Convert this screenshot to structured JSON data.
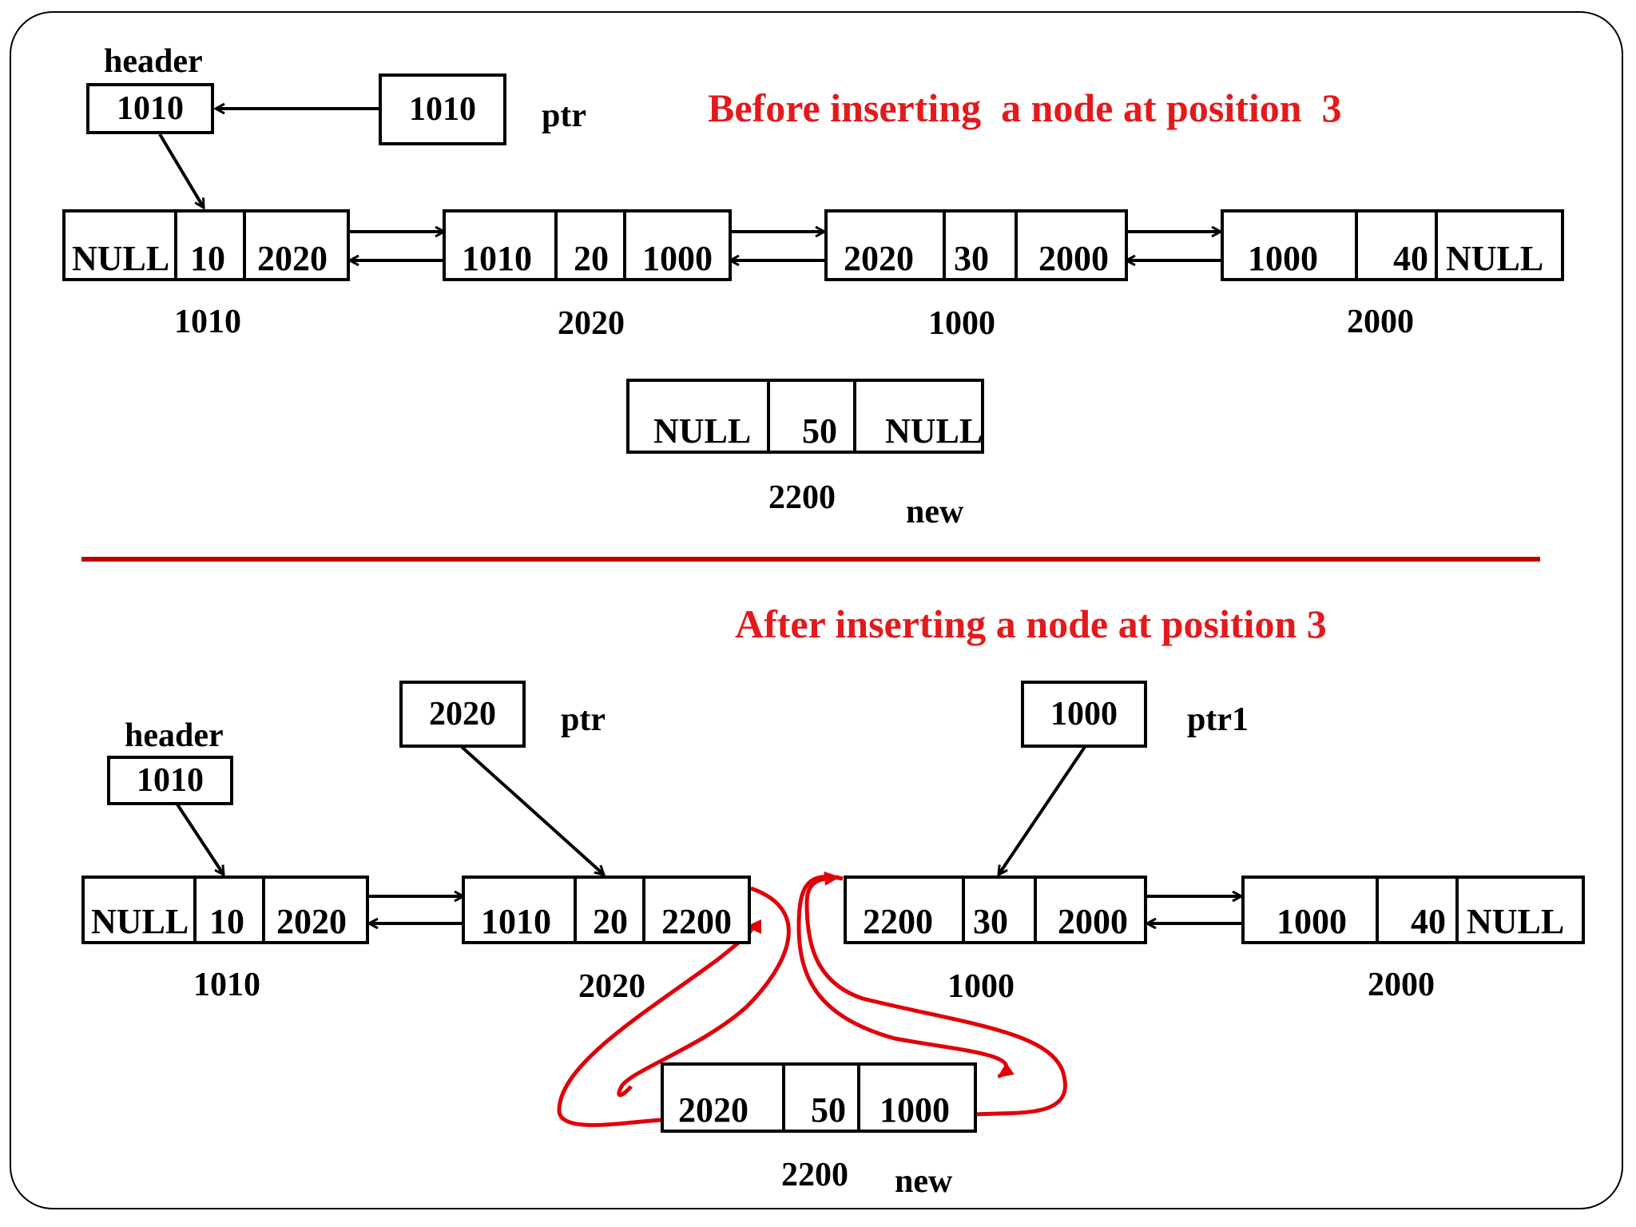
{
  "before": {
    "title": "Before inserting  a node at position  3",
    "header_label": "header",
    "header_value": "1010",
    "ptr_value": "1010",
    "ptr_label": "ptr",
    "nodes": [
      {
        "prev": "NULL",
        "data": "10",
        "next": "2020",
        "addr": "1010"
      },
      {
        "prev": "1010",
        "data": "20",
        "next": "1000",
        "addr": "2020"
      },
      {
        "prev": "2020",
        "data": "30",
        "next": "2000",
        "addr": "1000"
      },
      {
        "prev": "1000",
        "data": "40",
        "next": "NULL",
        "addr": "2000"
      }
    ],
    "new_node": {
      "prev": "NULL",
      "data": "50",
      "next": "NULL",
      "addr": "2200",
      "label": "new"
    }
  },
  "after": {
    "title": "After inserting a node at position 3",
    "header_label": "header",
    "header_value": "1010",
    "ptr_value": "2020",
    "ptr_label": "ptr",
    "ptr1_value": "1000",
    "ptr1_label": "ptr1",
    "nodes": [
      {
        "prev": "NULL",
        "data": "10",
        "next": "2020",
        "addr": "1010"
      },
      {
        "prev": "1010",
        "data": "20",
        "next": "2200",
        "addr": "2020"
      },
      {
        "prev": "2200",
        "data": "30",
        "next": "2000",
        "addr": "1000"
      },
      {
        "prev": "1000",
        "data": "40",
        "next": "NULL",
        "addr": "2000"
      }
    ],
    "new_node": {
      "prev": "2020",
      "data": "50",
      "next": "1000",
      "addr": "2200",
      "label": "new"
    }
  },
  "colors": {
    "title": "#e31a1c",
    "divider": "#c00000",
    "link_new": "#e0000a",
    "line": "#000000"
  }
}
